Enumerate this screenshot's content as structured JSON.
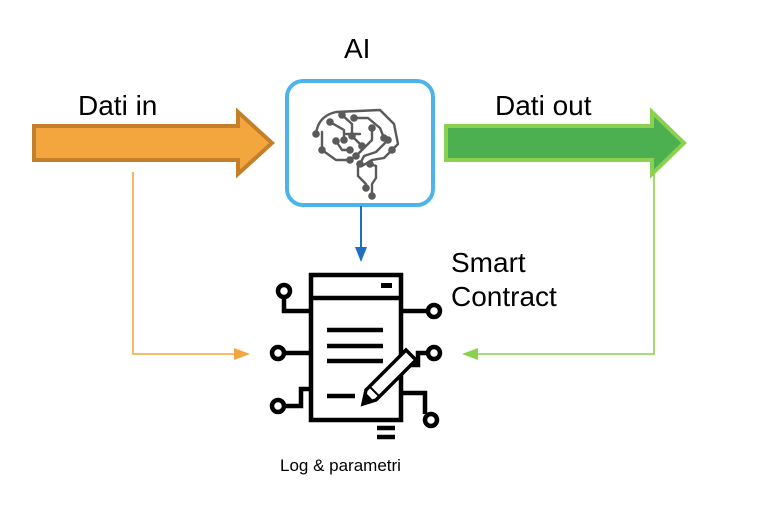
{
  "diagram": {
    "ai_label": "AI",
    "input_label": "Dati in",
    "output_label": "Dati out",
    "contract_label_line1": "Smart",
    "contract_label_line2": "Contract",
    "log_label": "Log & parametri"
  },
  "colors": {
    "input_arrow_fill": "#F3A63E",
    "input_arrow_stroke": "#C47F2A",
    "output_arrow_fill": "#4CAF50",
    "output_arrow_stroke": "#8BD14F",
    "ai_box_border": "#4CB4EA",
    "ai_to_contract_line": "#1E6FC0",
    "input_connector": "#F3A63E",
    "output_connector": "#8BD14F",
    "brain_icon": "#555555",
    "contract_icon": "#000000"
  },
  "icons": {
    "ai": "brain-circuit-icon",
    "contract": "smart-contract-document-icon"
  }
}
